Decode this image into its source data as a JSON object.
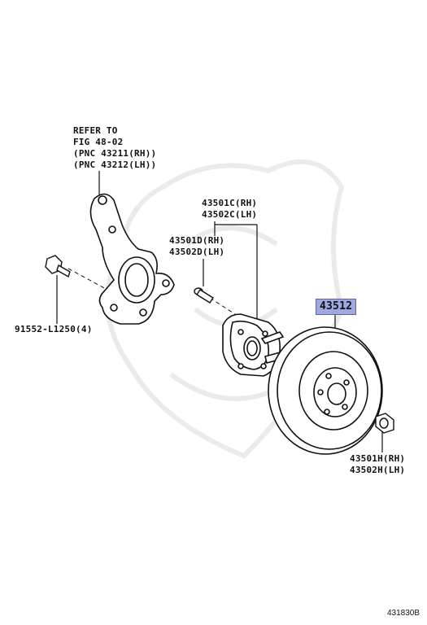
{
  "refer_note": {
    "line1": "REFER TO",
    "line2": "FIG 48-02",
    "line3": "(PNC 43211(RH))",
    "line4": "(PNC 43212(LH))"
  },
  "parts": {
    "bolt": "91552-L1250(4)",
    "hub_rh": "43501C(RH)",
    "hub_lh": "43502C(LH)",
    "stud_rh": "43501D(RH)",
    "stud_lh": "43502D(LH)",
    "rotor": "43512",
    "nut_rh": "43501H(RH)",
    "nut_lh": "43502H(LH)"
  },
  "highlight_color": "#9ea9df",
  "figure_id": "431830B"
}
